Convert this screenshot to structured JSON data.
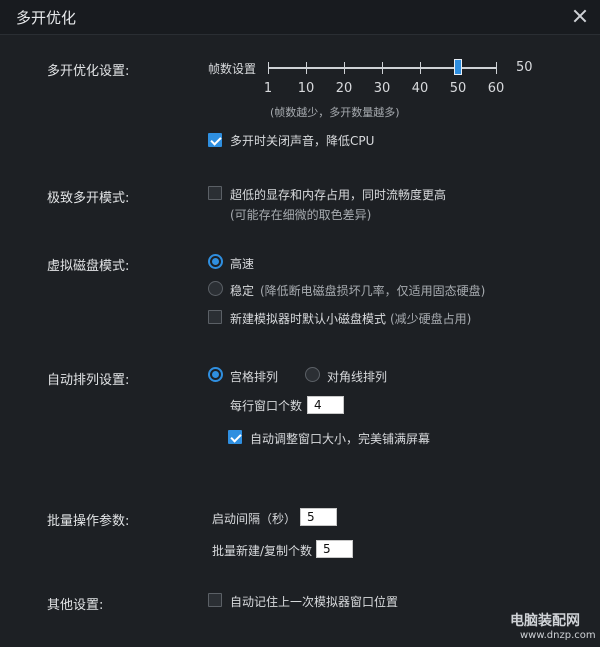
{
  "window": {
    "title": "多开优化"
  },
  "frames": {
    "label": "多开优化设置:",
    "slider_label": "帧数设置",
    "tick_labels": [
      "1",
      "10",
      "20",
      "30",
      "40",
      "50",
      "60"
    ],
    "current_value": "50",
    "hint": "(帧数越少，多开数量越多)",
    "mute_label": "多开时关闭声音，降低CPU",
    "mute_checked": true
  },
  "extreme": {
    "label": "极致多开模式:",
    "option_label": "超低的显存和内存占用，同时流畅度更高",
    "note": "(可能存在细微的取色差异)",
    "checked": false
  },
  "disk": {
    "label": "虚拟磁盘模式:",
    "fast_label": "高速",
    "stable_label": "稳定",
    "stable_note": "(降低断电磁盘损坏几率，仅适用固态硬盘)",
    "small_disk_label": "新建模拟器时默认小磁盘模式",
    "small_disk_note": "(减少硬盘占用)",
    "selected": "高速"
  },
  "arrange": {
    "label": "自动排列设置:",
    "grid_label": "宫格排列",
    "diagonal_label": "对角线排列",
    "per_row_label": "每行窗口个数",
    "per_row_value": "4",
    "auto_resize_label": "自动调整窗口大小，完美铺满屏幕",
    "auto_resize_checked": true
  },
  "batch": {
    "label": "批量操作参数:",
    "interval_label": "启动间隔（秒）",
    "interval_value": "5",
    "count_label": "批量新建/复制个数",
    "count_value": "5"
  },
  "other": {
    "label": "其他设置:",
    "remember_label": "自动记住上一次模拟器窗口位置"
  },
  "watermark": {
    "site": "电脑装配网",
    "url": "www.dnzp.com"
  }
}
